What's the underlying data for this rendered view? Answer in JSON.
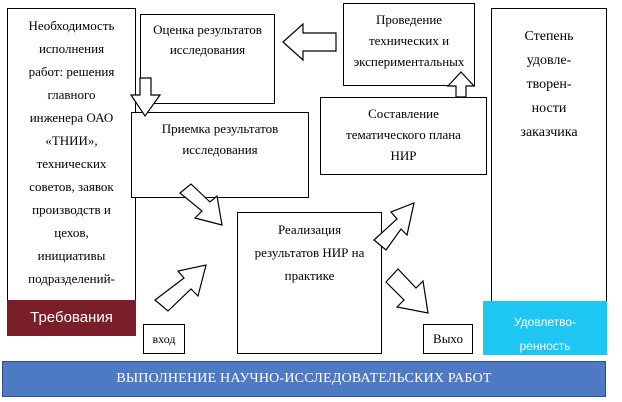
{
  "left_box": {
    "lines": [
      "Необходимость",
      "исполнения",
      "работ: решения",
      "главного",
      "инженера ОАО",
      "«ТНИИ»,",
      "технических",
      "советов, заявок",
      "производств и",
      "цехов,",
      "инициативы",
      "подразделений-"
    ]
  },
  "evaluation": {
    "lines": [
      "Оценка результатов",
      "исследования"
    ]
  },
  "conduct": {
    "lines": [
      "Проведение",
      "технических и",
      "экспериментальных"
    ]
  },
  "right_box": {
    "lines": [
      "Степень",
      "удовле-",
      "творен-",
      "ности",
      "заказчика"
    ]
  },
  "acceptance": {
    "lines": [
      "Приемка результатов",
      "исследования"
    ]
  },
  "plan": {
    "lines": [
      "Составление",
      "тематического плана",
      "НИР"
    ]
  },
  "implementation": {
    "lines": [
      "Реализация",
      "результатов НИР на",
      "практике"
    ]
  },
  "requirements_label": "Требования",
  "input_label": "вход",
  "output_label": "Выхо",
  "satisfaction": {
    "lines": [
      "Удовлетво-",
      "ренность"
    ]
  },
  "banner_label": "ВЫПОЛНЕНИЕ НАУЧНО-ИССЛЕДОВАТЕЛЬСКИХ РАБОТ"
}
